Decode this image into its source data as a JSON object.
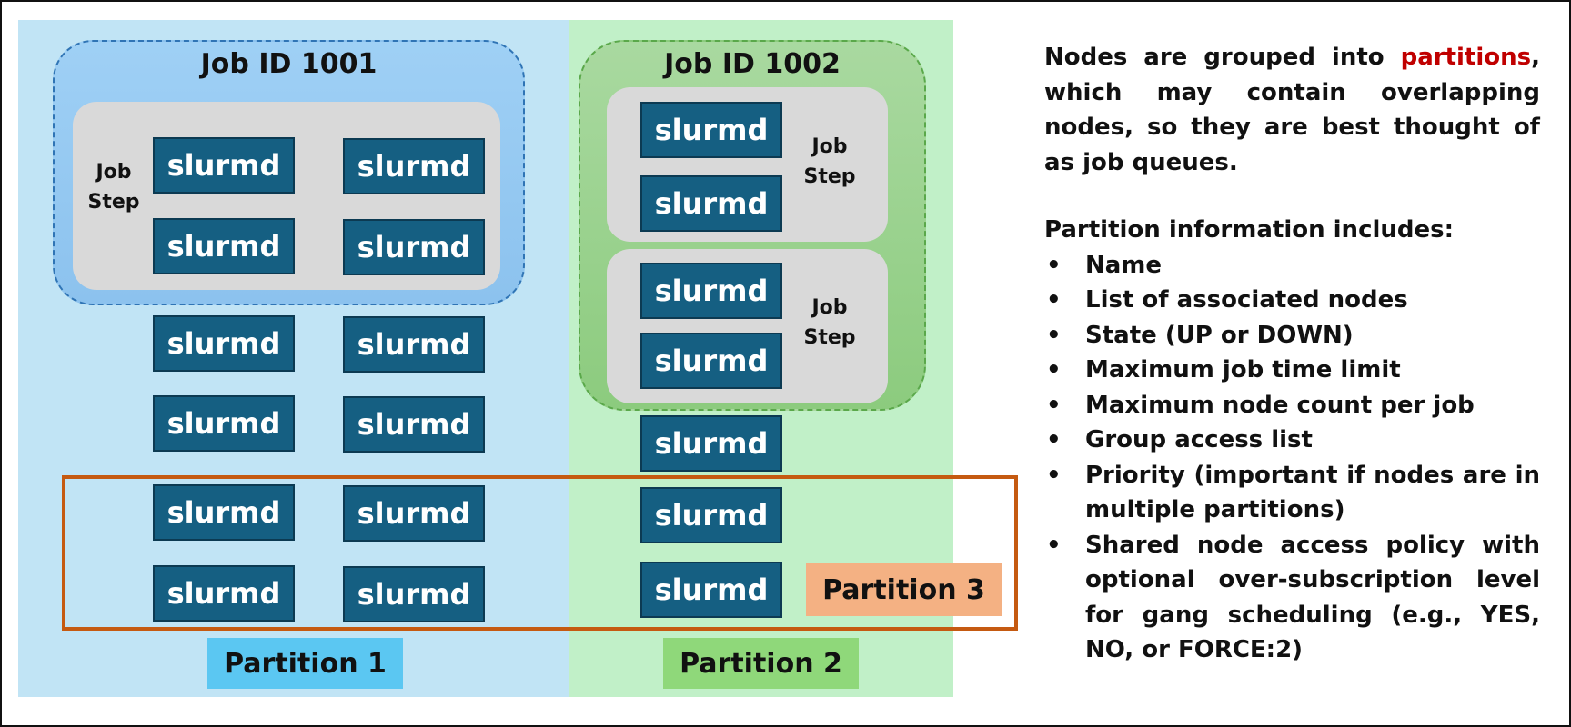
{
  "node_label": "slurmd",
  "job_step_label_line1": "Job",
  "job_step_label_line2": "Step",
  "jobs": [
    {
      "title": "Job ID 1001"
    },
    {
      "title": "Job ID 1002"
    }
  ],
  "partitions": [
    {
      "label": "Partition 1"
    },
    {
      "label": "Partition 2"
    },
    {
      "label": "Partition 3"
    }
  ],
  "description": {
    "intro_before": "Nodes are grouped into",
    "intro_highlight": "partitions",
    "intro_after": ", which may contain overlapping nodes, so they are best thought of as job queues.",
    "list_heading": "Partition information includes:",
    "bullet_symbol": "•",
    "items": [
      "Name",
      "List of associated nodes",
      "State (UP or DOWN)",
      "Maximum job time limit",
      "Maximum node count per job",
      "Group access list",
      "Priority (important if nodes are in multiple partitions)",
      "Shared node access policy with optional over-subscription level for gang scheduling (e.g., YES, NO, or FORCE:2)"
    ]
  },
  "colors": {
    "partition1_bg": "#c1e4f5",
    "partition2_bg": "#c1f0c8",
    "node_fill": "#155f82",
    "partition3_border": "#c55a11",
    "highlight_text": "#c00000"
  }
}
